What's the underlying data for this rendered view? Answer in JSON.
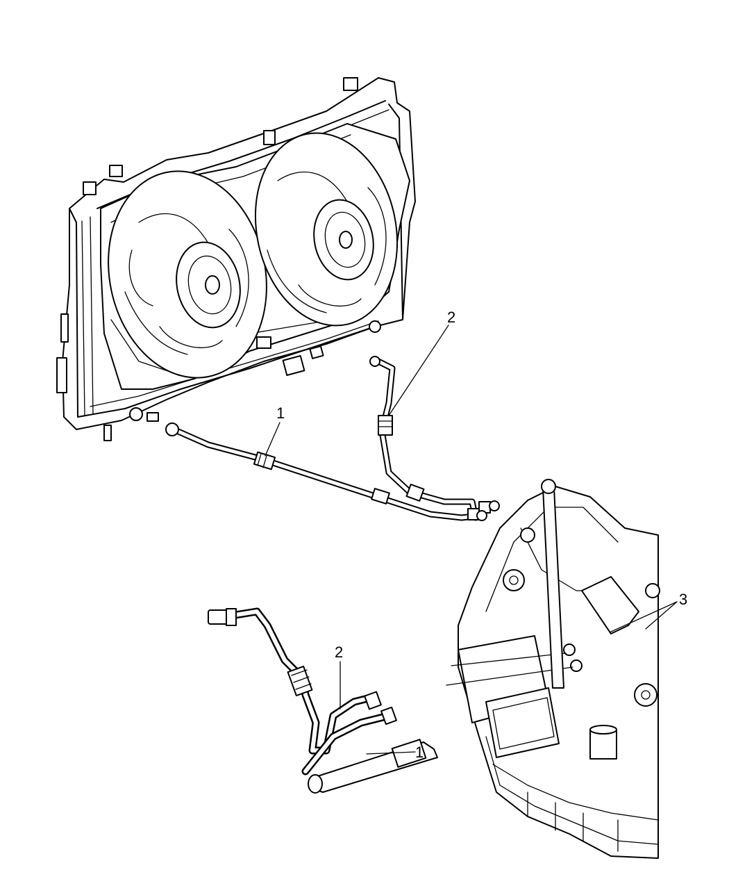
{
  "diagram": {
    "callouts": [
      {
        "id": "callout-1-upper",
        "text": "1"
      },
      {
        "id": "callout-2-upper",
        "text": "2"
      },
      {
        "id": "callout-2-lower",
        "text": "2"
      },
      {
        "id": "callout-1-lower",
        "text": "1"
      },
      {
        "id": "callout-3",
        "text": "3"
      }
    ]
  }
}
